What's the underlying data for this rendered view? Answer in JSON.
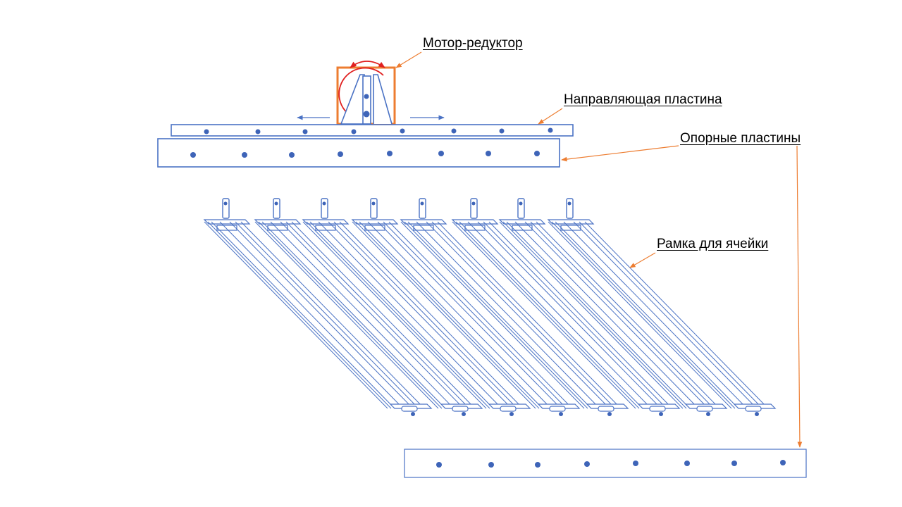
{
  "labels": {
    "motor_reducer": "Мотор-редуктор",
    "guide_plate": "Направляющая пластина",
    "support_plates": "Опорные пластины",
    "cell_frame": "Рамка для ячейки"
  },
  "parts": {
    "guide_plate_holes": 8,
    "upper_support_plate_holes": 8,
    "lower_support_plate_holes": 8,
    "cell_frames": 8
  },
  "colors": {
    "part_stroke": "#4a72c4",
    "hole_fill": "#3e64b8",
    "motor_housing": "#ed7d31",
    "leader_line": "#ed7d31",
    "rotation_arrow": "#e02020",
    "text": "#000000"
  },
  "icons": {
    "rotation": "curved-double-arrow-icon",
    "motion": "horizontal-arrow-icon"
  }
}
